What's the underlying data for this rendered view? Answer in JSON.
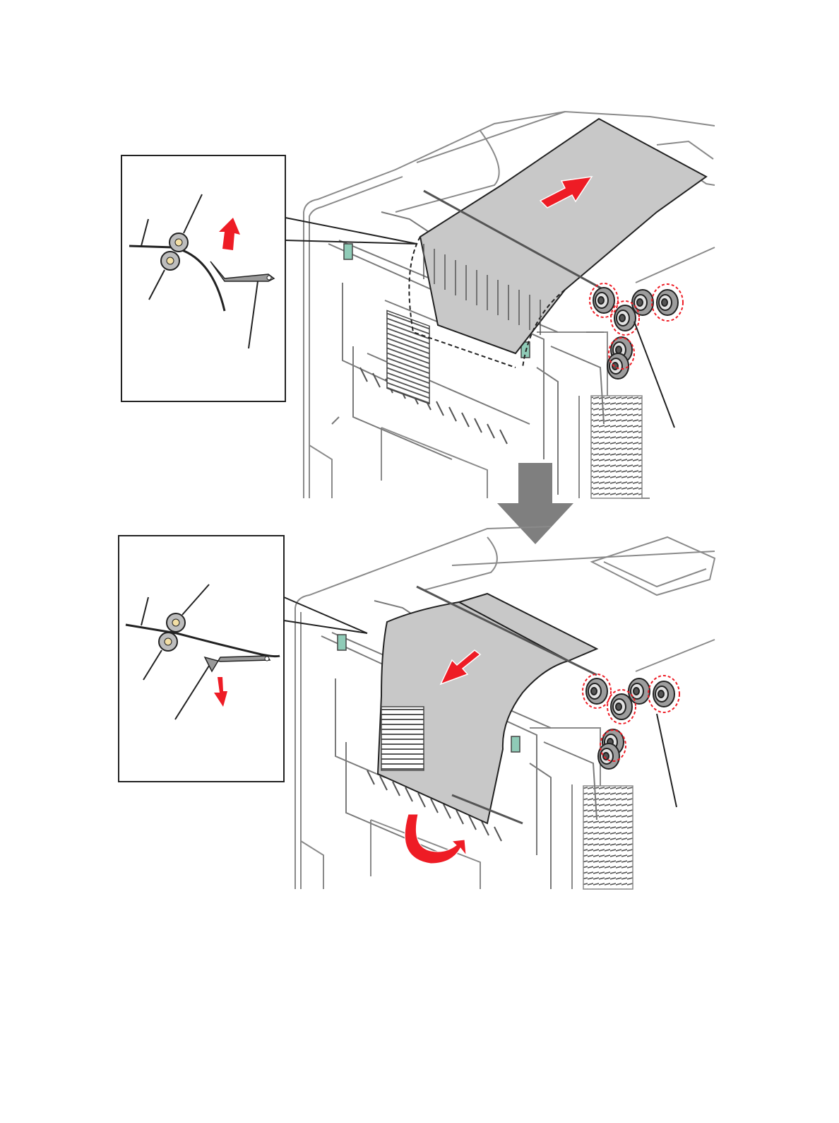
{
  "diagram": {
    "panels": [
      {
        "id": "upper",
        "sheet_direction": "out",
        "flapper_direction": "up"
      },
      {
        "id": "lower",
        "sheet_direction": "in",
        "flapper_direction": "down"
      }
    ],
    "transition_arrow": "down",
    "colors": {
      "line": "#222222",
      "frame": "#8a8a8a",
      "paper": "#c8c8c8",
      "arrow": "#ee1c25",
      "transition_arrow": "#7f7f7f",
      "roller": "#bdbdbd",
      "roller_core": "#f3dfa5",
      "sensor": "#8fcbb7"
    },
    "icons": [
      "red-direction-arrow",
      "gray-down-arrow",
      "rotation-arrow"
    ]
  }
}
